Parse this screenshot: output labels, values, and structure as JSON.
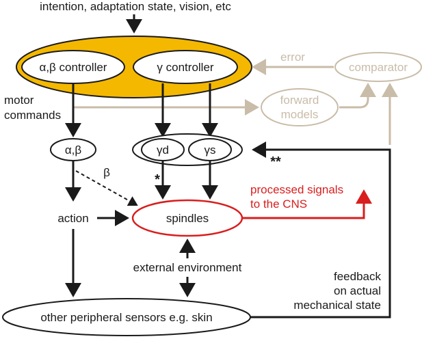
{
  "top_input": "intention, adaptation state, vision, etc",
  "controllers": {
    "ab_controller": "α,β controller",
    "gamma_controller": "γ controller"
  },
  "comparator": "comparator",
  "error_label": "error",
  "forward_models": [
    "forward",
    "models"
  ],
  "motor_commands": [
    "motor",
    "commands"
  ],
  "ab_node": "α,β",
  "gamma_d": "γd",
  "gamma_s": "γs",
  "beta_label": "β",
  "star_single": "*",
  "star_double": "**",
  "action": "action",
  "spindles": "spindles",
  "processed_signals": [
    "processed signals",
    "to the CNS"
  ],
  "external_environment": "external environment",
  "feedback": [
    "feedback",
    "on actual",
    "mechanical state"
  ],
  "peripheral_sensors": "other peripheral sensors e.g. skin",
  "colors": {
    "controller_fill": "#f5b800",
    "beige": "#c9bca8",
    "red": "#d81e1e",
    "black": "#1a1a1a"
  }
}
